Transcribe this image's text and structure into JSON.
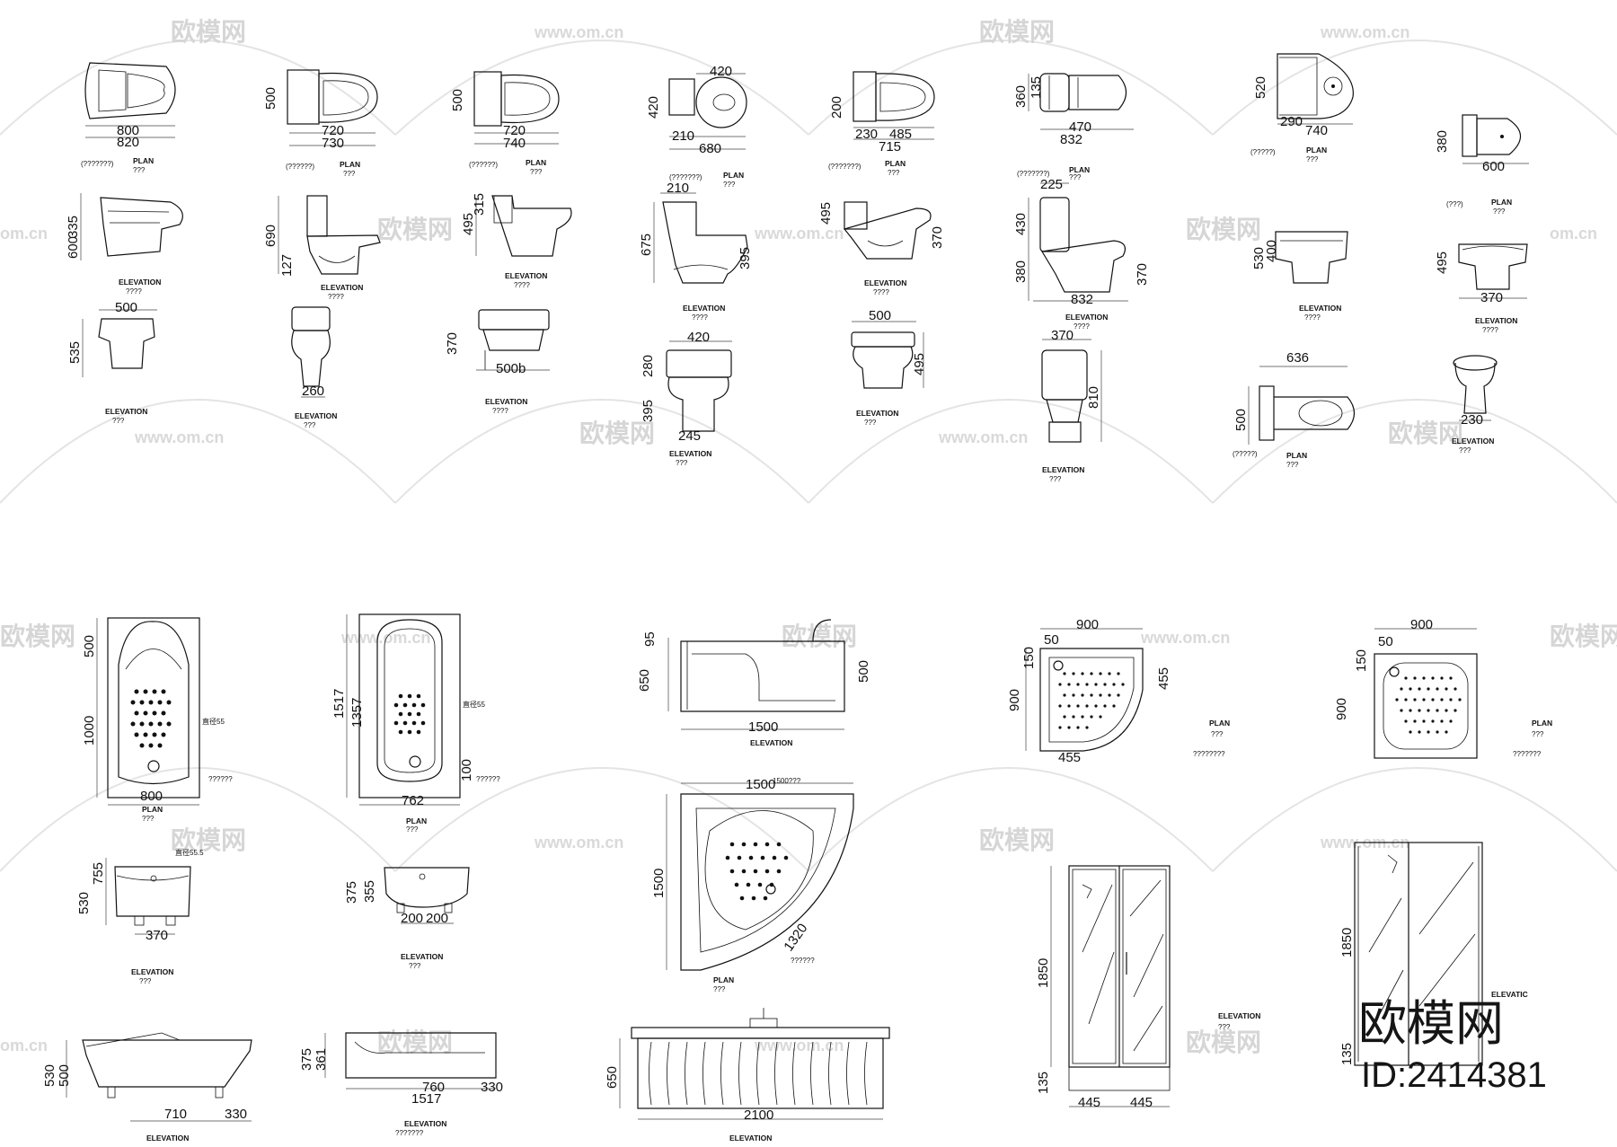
{
  "watermarks": {
    "brand_cn": "欧模网",
    "url": "www.om.cn",
    "url_fragment": "om.cn"
  },
  "logo": {
    "text": "欧模网",
    "id_label": "ID:2414381"
  },
  "titles": {
    "plan": "PLAN",
    "elevation": "ELEVATION",
    "q3": "???",
    "q4": "????",
    "q5": "?????",
    "q6": "??????",
    "q7": "???????",
    "q8": "????????",
    "p7": "(???????)",
    "p6": "(??????)",
    "p5": "(?????)",
    "p3": "(???)",
    "elev_q3": "ELEVATION\n???",
    "cut_elev": "ELEVATIC"
  },
  "notes": {
    "drain55": "直径55",
    "drain55b": "直径55",
    "drain_small": "直径55.5",
    "corner_q": "1500???"
  },
  "dims": {
    "t1": [
      "800",
      "820",
      "335",
      "500",
      "535",
      "600"
    ],
    "t2": [
      "500",
      "720",
      "730",
      "690",
      "127",
      "260"
    ],
    "t3": [
      "500",
      "720",
      "740",
      "495",
      "315",
      "370",
      "500b"
    ],
    "t4": [
      "420",
      "420",
      "210",
      "680",
      "210",
      "675",
      "395",
      "420",
      "280",
      "395",
      "245"
    ],
    "t5": [
      "200",
      "230",
      "485",
      "715",
      "495",
      "370",
      "500",
      "495"
    ],
    "t6": [
      "360",
      "135",
      "470",
      "832",
      "225",
      "430",
      "380",
      "370",
      "832",
      "370",
      "810"
    ],
    "t7": [
      "520",
      "290",
      "740",
      "530",
      "400",
      "636",
      "500"
    ],
    "t8": [
      "380",
      "600",
      "495",
      "370",
      "230"
    ],
    "tub1": [
      "500",
      "1000",
      "800",
      "755",
      "530",
      "370",
      "530",
      "500",
      "710",
      "330"
    ],
    "tub2": [
      "1517",
      "1357",
      "762",
      "100",
      "375",
      "355",
      "200",
      "200",
      "375",
      "361",
      "760",
      "330",
      "1517"
    ],
    "tub3": [
      "95",
      "650",
      "500",
      "1500",
      "1500",
      "1500",
      "1320",
      "650",
      "2100"
    ],
    "shower": [
      "900",
      "50",
      "150",
      "900",
      "455",
      "455",
      "900",
      "50",
      "150",
      "900",
      "1850",
      "135",
      "445",
      "445",
      "1850",
      "135"
    ]
  }
}
